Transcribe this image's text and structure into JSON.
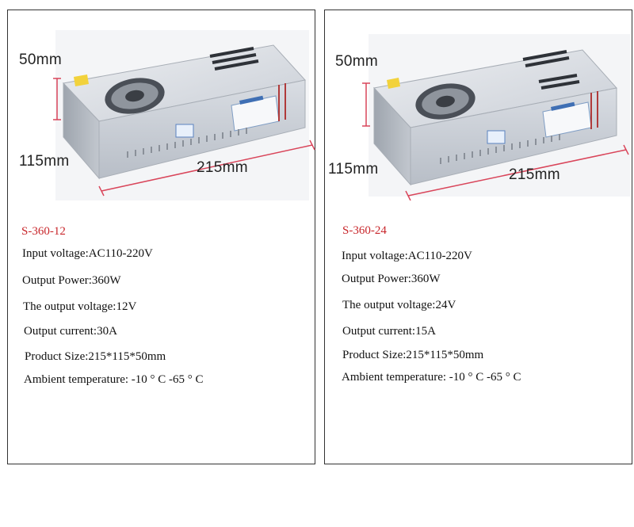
{
  "products": [
    {
      "dimensions": {
        "height_label": "50mm",
        "width_label": "115mm",
        "length_label": "215mm"
      },
      "model": "S-360-12",
      "specs": [
        {
          "label": "Input voltage:",
          "value": "AC110-220V"
        },
        {
          "label": "Output Power:",
          "value": "360W"
        },
        {
          "label": "The output voltage:",
          "value": "12V"
        },
        {
          "label": "Output current:",
          "value": "30A"
        },
        {
          "label": "Product Size:",
          "value": "215*115*50mm"
        },
        {
          "label": "Ambient temperature: ",
          "value": "-10 ° C -65 ° C"
        }
      ],
      "label_text": "S-360-12"
    },
    {
      "dimensions": {
        "height_label": "50mm",
        "width_label": "115mm",
        "length_label": "215mm"
      },
      "model": "S-360-24",
      "specs": [
        {
          "label": "Input voltage:",
          "value": "AC110-220V"
        },
        {
          "label": "Output Power:",
          "value": "360W"
        },
        {
          "label": "The output voltage:",
          "value": "24V"
        },
        {
          "label": "Output current:",
          "value": "15A"
        },
        {
          "label": "Product Size:",
          "value": "215*115*50mm"
        },
        {
          "label": "Ambient temperature: ",
          "value": "-10 ° C -65 ° C"
        }
      ],
      "label_text": "S-360-24"
    }
  ],
  "colors": {
    "model_red": "#c8262b",
    "dimension_line": "#d9455a",
    "border": "#333333"
  }
}
